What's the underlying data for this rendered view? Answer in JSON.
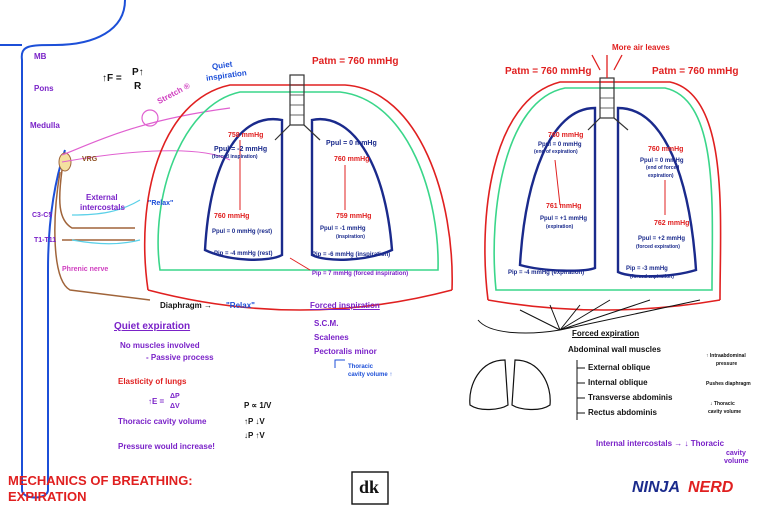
{
  "title": {
    "line1": "MECHANICS OF BREATHING:",
    "line2": "EXPIRATION"
  },
  "logo": {
    "left": "dk",
    "right_a": "NINJA",
    "right_b": "NERD"
  },
  "brainstem": {
    "mb": "MB",
    "pons": "Pons",
    "medulla": "Medulla",
    "vrg": "VRG",
    "c3c5": "C3-C5",
    "t1t11": "T1-T11",
    "phrenic": "Phrenic nerve"
  },
  "equation": {
    "lhs": "↑F =",
    "num": "P↑",
    "den": "R"
  },
  "stretch": "Stretch ®",
  "relax_label": "\"Relax\"",
  "ext_intercostals": {
    "l1": "External",
    "l2": "intercostals"
  },
  "diaphragm": {
    "label": "Diaphragm →",
    "relax": "\"Relax\""
  },
  "quiet_inspiration": {
    "l1": "Quiet",
    "l2": "inspiration"
  },
  "patm_left": "Patm = 760 mmHg",
  "left_lungs": {
    "l_top": "758 mmHg",
    "l_ppul": "Ppul = -2 mmHg",
    "l_ppul_sub": "(forced inspiration)",
    "l_bottom": "760 mmHg",
    "l_ppul_rest": "Ppul = 0 mmHg (rest)",
    "l_pip_rest": "Pip = -4 mmHg (rest)",
    "r_ppul0": "Ppul = 0 mmHg",
    "r_top": "760 mmHg",
    "r_759": "759 mmHg",
    "r_ppul1": "Ppul = -1 mmHg",
    "r_ppul1_sub": "(inspiration)",
    "r_pip6": "Pip = -6 mmHg (inspiration)",
    "pip7": "Pip = 7 mmHg (forced inspiration)"
  },
  "forced_inspiration": {
    "title": "Forced inspiration",
    "items": [
      "S.C.M.",
      "Scalenes",
      "Pectoralis minor"
    ],
    "note1": "Thoracic",
    "note2": "cavity volume ↑"
  },
  "quiet_expiration": {
    "title": "Quiet expiration",
    "b1": "No muscles involved",
    "b1_sub": "- Passive process",
    "b2": "Elasticity of lungs",
    "e_eq_lhs": "↑E =",
    "e_num": "ΔP",
    "e_den": "ΔV",
    "p_v": "P ∝ 1/V",
    "b3": "Thoracic cavity volume",
    "row1": "↑P   ↓V",
    "row2": "↓P   ↑V",
    "b4": "Pressure would increase!"
  },
  "more_air": "More air leaves",
  "patm_r1": "Patm = 760 mmHg",
  "patm_r2": "Patm = 760 mmHg",
  "right_lungs": {
    "l_top": "760 mmHg",
    "l_ppul": "Ppul = 0 mmHg",
    "l_ppul_sub": "(end of expiration)",
    "l_761": "761 mmHg",
    "l_ppul1": "Ppul = +1 mmHg",
    "l_ppul1_sub": "(expiration)",
    "r_top": "760 mmHg",
    "r_ppul0": "Ppul = 0 mmHg",
    "r_ppul0_sub1": "(end of forced",
    "r_ppul0_sub2": "expiration)",
    "r_762": "762 mmHg",
    "r_ppul2": "Ppul = +2 mmHg",
    "r_ppul2_sub": "(forced expiration)",
    "pip4": "Pip = -4 mmHg (expiration)",
    "pip3": "Pip = -3 mmHg",
    "pip3_sub": "(forced expiration)"
  },
  "forced_expiration": {
    "title": "Forced expiration",
    "abd": "Abdominal wall muscles",
    "items": [
      "External oblique",
      "Internal oblique",
      "Transverse abdominis",
      "Rectus abdominis"
    ],
    "side1": "↑ Intraabdominal",
    "side2": "pressure",
    "side3": "Pushes diaphragm",
    "side4": "↓ Thoracic",
    "side5": "cavity volume",
    "internal": "Internal intercostals → ↓ Thoracic",
    "internal2": "cavity",
    "internal3": "volume"
  },
  "colors": {
    "red": "#e02020",
    "navy": "#1a2a8c",
    "purple": "#7a22c8",
    "blue": "#1c4fd8",
    "green": "#3ad68a",
    "cyan": "#5ad0e8",
    "pink": "#e060d0",
    "brown": "#a0643a"
  }
}
